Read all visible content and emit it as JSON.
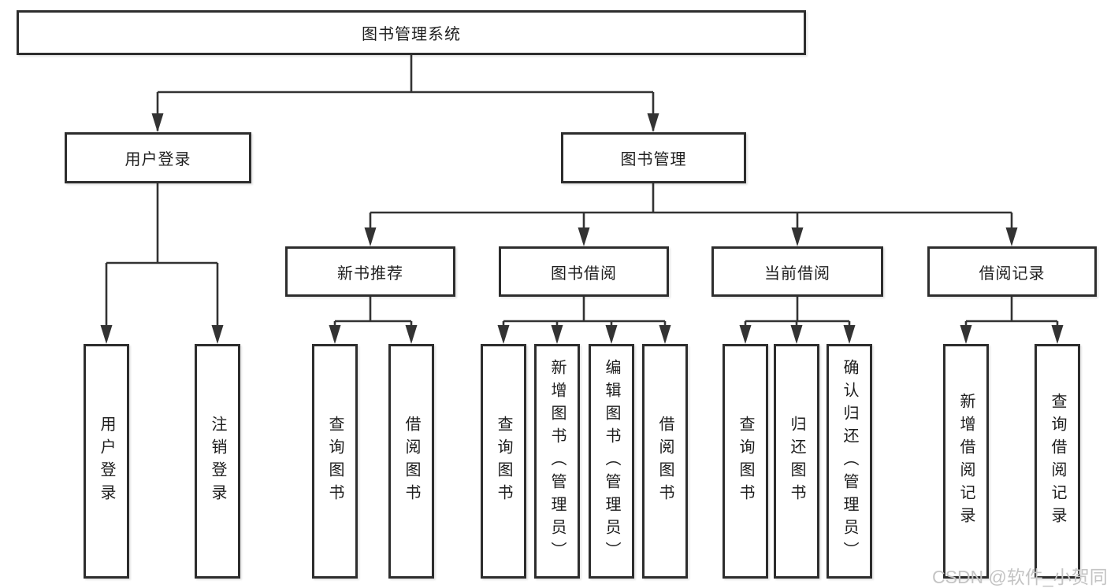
{
  "colors": {
    "background": "#ffffff",
    "box_border": "#2d2d2d",
    "line": "#333333",
    "text": "#1e1e1e",
    "watermark": "#c4c4c4"
  },
  "watermark": {
    "text": "CSDN @软件_小贺同学"
  },
  "tree": {
    "root": {
      "label": "图书管理系统",
      "children": [
        {
          "label": "用户登录",
          "children": [
            {
              "label": "用户登录"
            },
            {
              "label": "注销登录"
            }
          ]
        },
        {
          "label": "图书管理",
          "children": [
            {
              "label": "新书推荐",
              "children": [
                {
                  "label": "查询图书"
                },
                {
                  "label": "借阅图书"
                }
              ]
            },
            {
              "label": "图书借阅",
              "children": [
                {
                  "label": "查询图书"
                },
                {
                  "label": "新增图书（管理员）"
                },
                {
                  "label": "编辑图书（管理员）"
                },
                {
                  "label": "借阅图书"
                }
              ]
            },
            {
              "label": "当前借阅",
              "children": [
                {
                  "label": "查询图书"
                },
                {
                  "label": "归还图书"
                },
                {
                  "label": "确认归还（管理员）"
                }
              ]
            },
            {
              "label": "借阅记录",
              "children": [
                {
                  "label": "新增借阅记录"
                },
                {
                  "label": "查询借阅记录"
                }
              ]
            }
          ]
        }
      ]
    }
  }
}
